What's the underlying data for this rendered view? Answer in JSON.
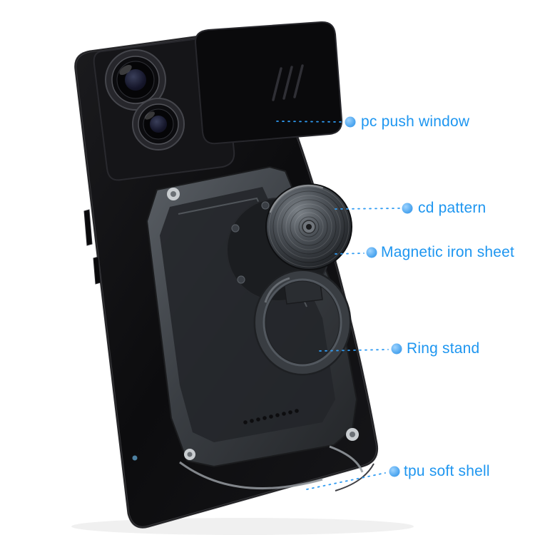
{
  "accent_color": "#1e96f0",
  "callout_dot_color": "#53a9f0",
  "artwork_colors": {
    "case_body": "#0d0d0f",
    "armor_plate": "#3b3f44",
    "cd_disc": "#4a4f55",
    "background": "#ffffff"
  },
  "callouts": [
    {
      "label": "pc push window"
    },
    {
      "label": "cd pattern"
    },
    {
      "label": "Magnetic iron sheet"
    },
    {
      "label": "Ring stand"
    },
    {
      "label": "tpu soft shell"
    }
  ]
}
